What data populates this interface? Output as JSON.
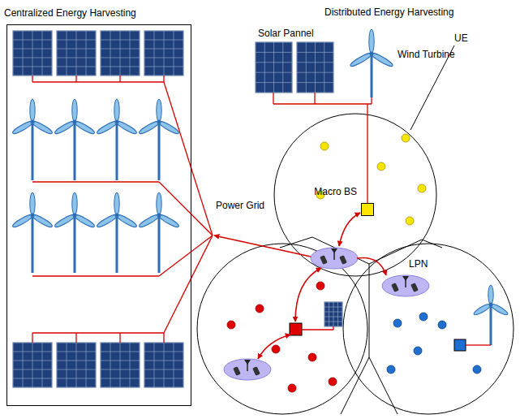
{
  "diagram": {
    "nodes": [
      {
        "text": [
          "Centralized Energy Harvesting"
        ]
      },
      {
        "text": [
          "Macro BS"
        ]
      },
      {
        "text": [
          "LPN"
        ]
      }
    ],
    "labels": [
      "Distributed Energy Harvesting",
      "Solar Pannel",
      "Wind Turbine",
      "UE",
      "Power Grid"
    ]
  }
}
